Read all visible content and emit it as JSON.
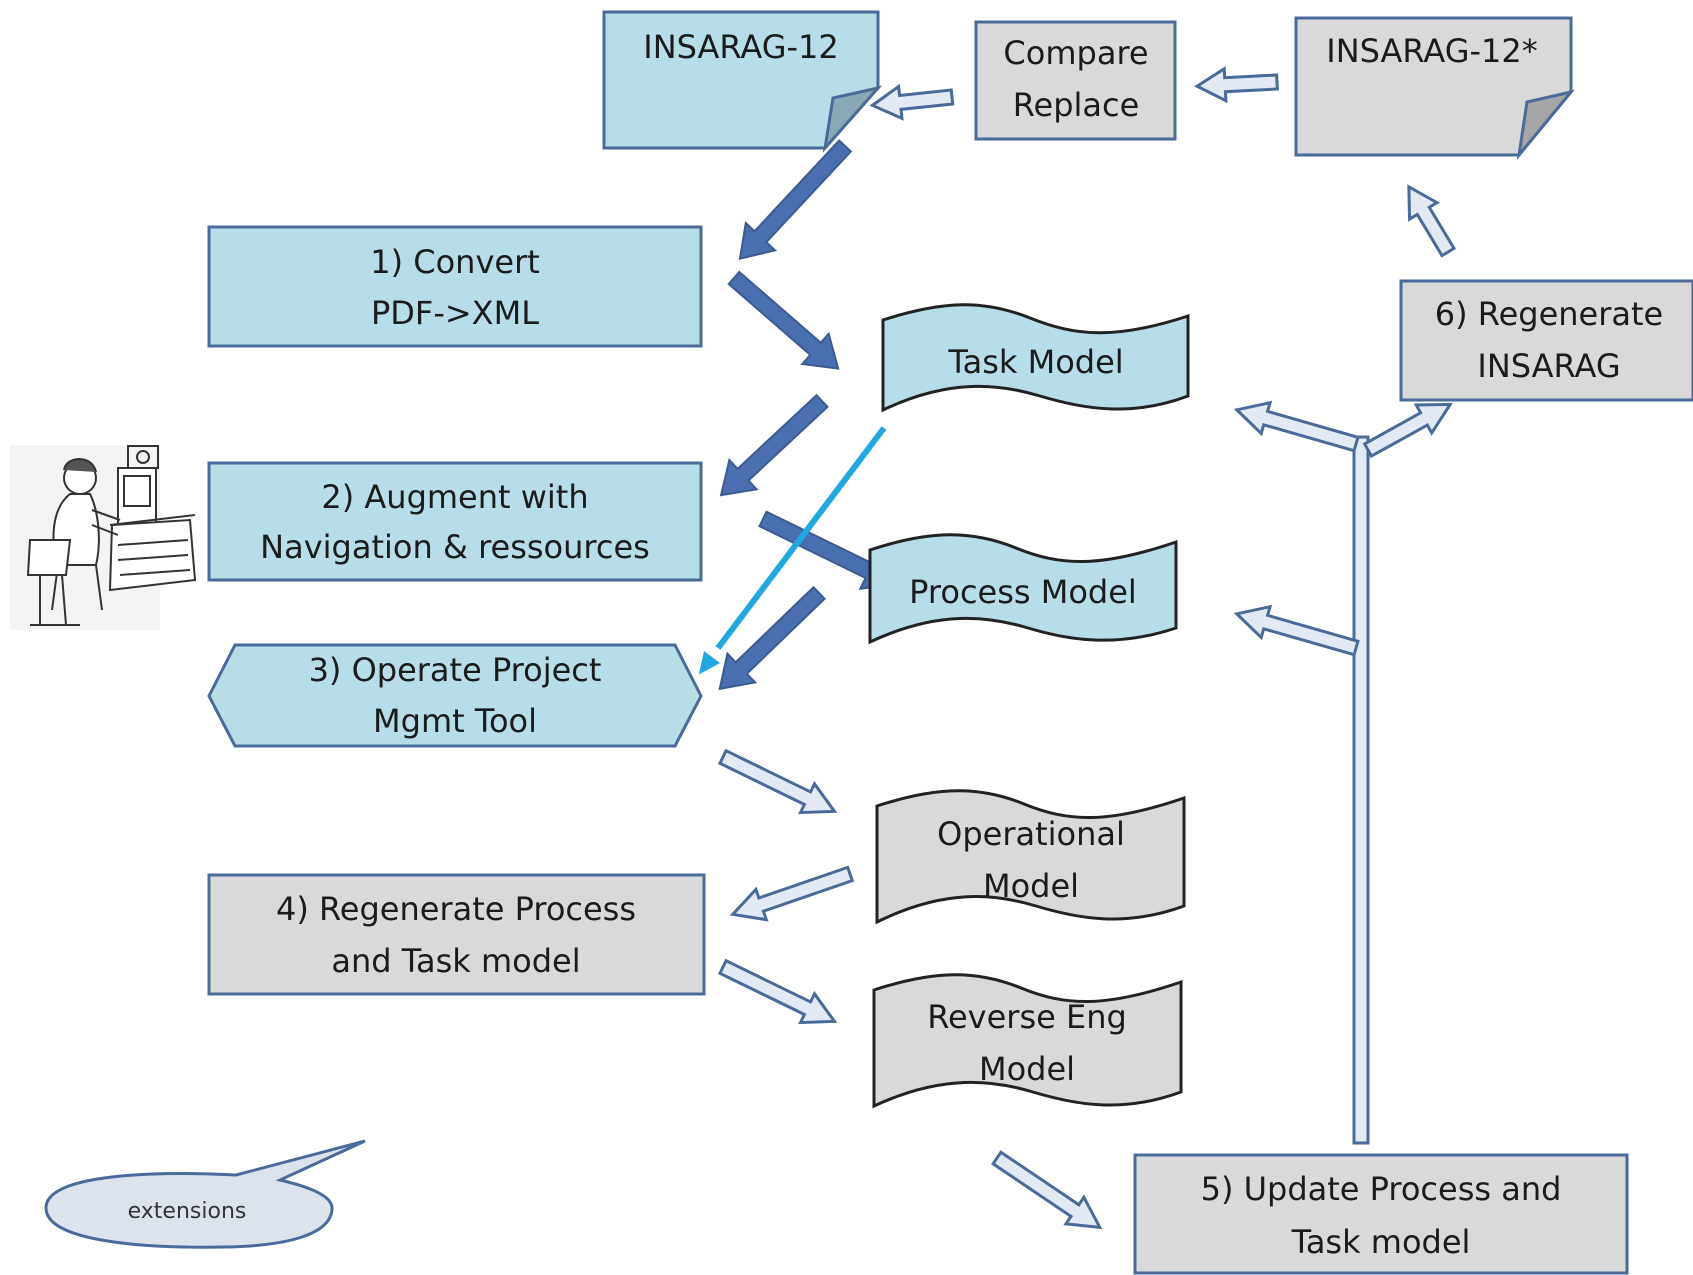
{
  "colors": {
    "blue_fill": "#b7dde8",
    "blue_stroke": "#4a6b9a",
    "gray_fill": "#d9d9d9",
    "gray_stroke": "#4a6b9a",
    "arrow_dark": "#4a6fb0",
    "arrow_light_fill": "#e3eaf5",
    "arrow_cyan": "#20a9e0",
    "bubble_fill": "#dde3ed"
  },
  "documents": {
    "insarag12": "INSARAG-12",
    "insarag12_star": "INSARAG-12*"
  },
  "boxes": {
    "compare_replace": [
      "Compare",
      "Replace"
    ],
    "convert": [
      "1) Convert",
      "PDF->XML"
    ],
    "augment": [
      "2) Augment  with",
      "Navigation & ressources"
    ],
    "operate": [
      "3) Operate Project",
      "Mgmt Tool"
    ],
    "regenerate_process": [
      "4) Regenerate  Process",
      "and Task model"
    ],
    "update_process": [
      "5) Update Process and",
      "Task model"
    ],
    "regenerate_insarag": [
      "6) Regenerate",
      "INSARAG"
    ]
  },
  "models": {
    "task": "Task Model",
    "process": "Process   Model",
    "operational": [
      "Operational",
      "Model"
    ],
    "reverse_eng": [
      "Reverse Eng",
      "Model"
    ]
  },
  "callout": "extensions",
  "icons": {
    "operator": "operator-at-console-icon"
  }
}
